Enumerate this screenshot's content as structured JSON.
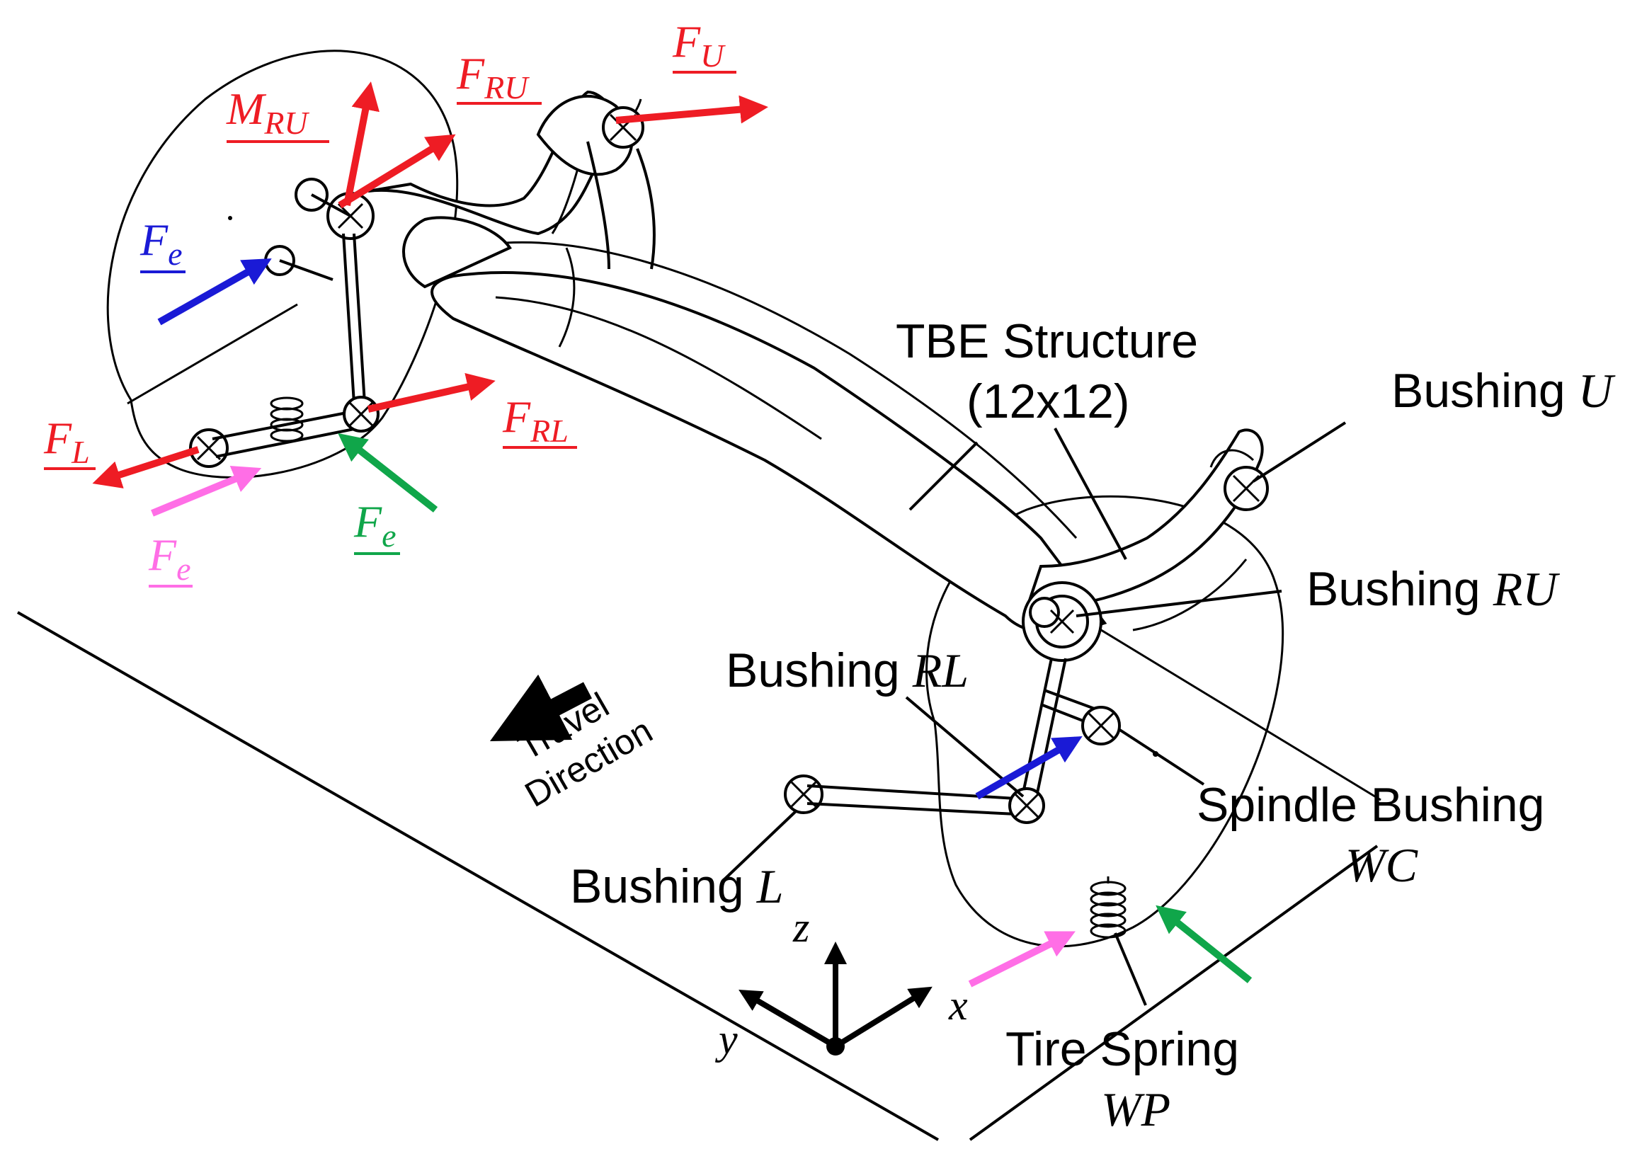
{
  "labels": {
    "tbe_line1": "TBE Structure",
    "tbe_line2": "(12x12)",
    "bushing_word": "Bushing",
    "spindle_bushing": "Spindle Bushing",
    "tire_spring": "Tire Spring",
    "travel_line1": "Travel",
    "travel_line2": "Direction"
  },
  "symbols": {
    "U": "U",
    "RU": "RU",
    "RL": "RL",
    "L": "L",
    "WC": "WC",
    "WP": "WP"
  },
  "forces": {
    "F": "F",
    "M": "M",
    "e": "e",
    "U": "U",
    "RU": "RU",
    "RL": "RL",
    "L": "L"
  },
  "axes": {
    "x": "x",
    "y": "y",
    "z": "z"
  },
  "colors": {
    "red": "#ee1c24",
    "blue": "#1a1ad6",
    "green": "#10a64a",
    "pink": "#ff6ee6",
    "black": "#000000"
  }
}
